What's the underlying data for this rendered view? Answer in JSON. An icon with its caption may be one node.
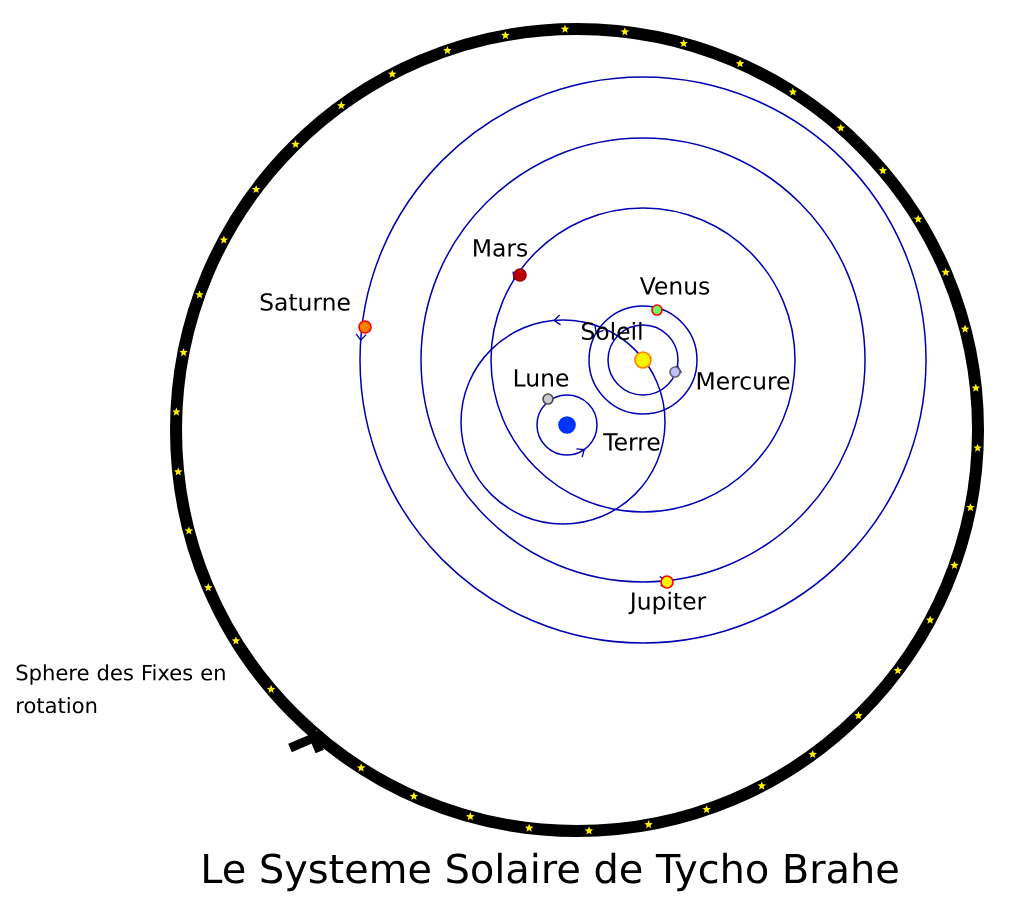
{
  "diagram": {
    "title": "Le Systeme Solaire de Tycho Brahe",
    "nodes": [
      {
        "text": [],
        "shape": "circle",
        "beside": [
          "Mars"
        ]
      },
      {
        "text": [],
        "shape": "circle",
        "beside": [
          "Saturne"
        ]
      },
      {
        "text": [],
        "shape": "circle",
        "beside": [
          "Venus"
        ]
      },
      {
        "text": [],
        "shape": "circle",
        "beside": [
          "Soleil"
        ]
      },
      {
        "text": [],
        "shape": "circle",
        "beside": [
          "Lune"
        ]
      },
      {
        "text": [],
        "shape": "circle",
        "beside": [
          "Mercure"
        ]
      },
      {
        "text": [],
        "shape": "circle",
        "beside": [
          "Terre"
        ]
      },
      {
        "text": [],
        "shape": "circle",
        "beside": [
          "Jupiter"
        ]
      }
    ],
    "labels": [
      "Sphere des Fixes en rotation"
    ]
  }
}
